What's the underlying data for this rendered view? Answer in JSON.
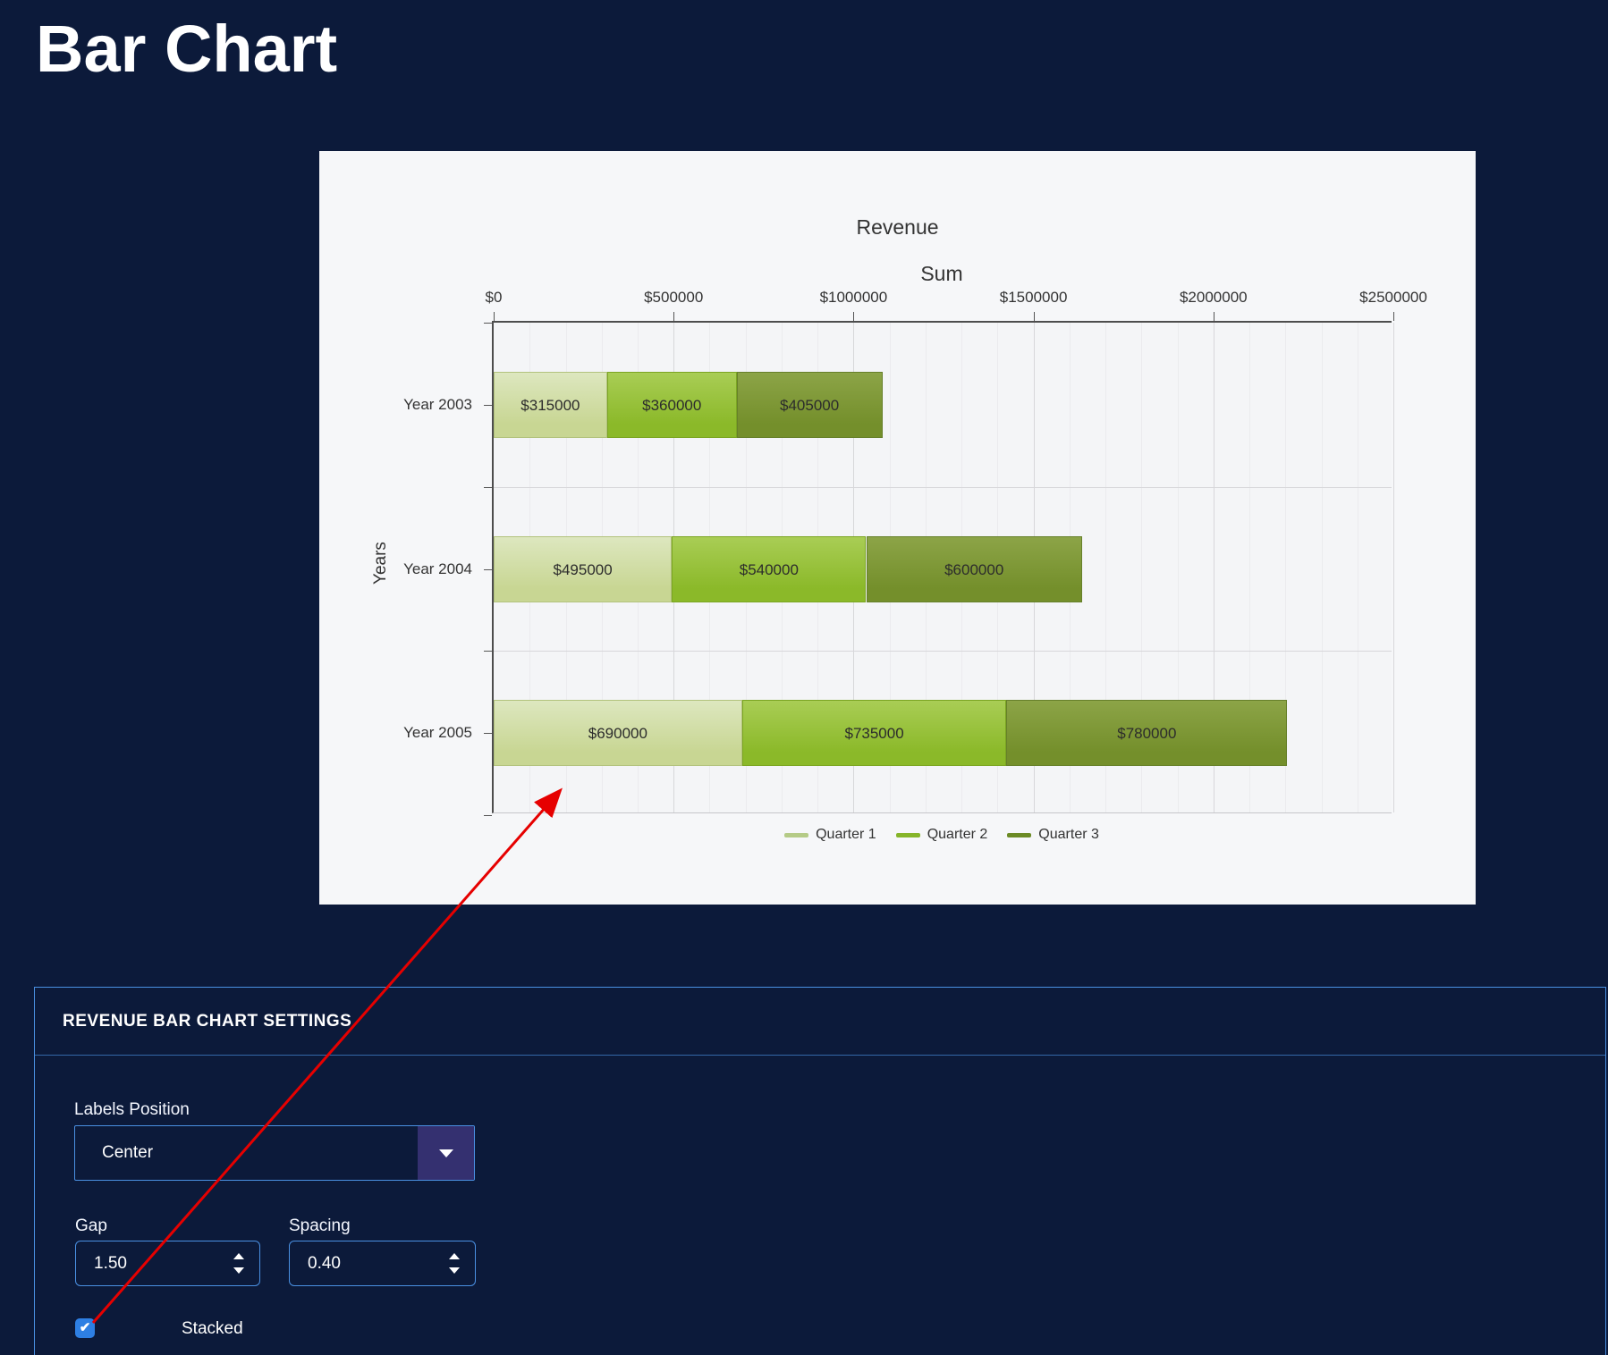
{
  "page": {
    "title": "Bar Chart"
  },
  "chart_data": {
    "type": "bar",
    "orientation": "horizontal",
    "stacked": true,
    "title": "Revenue",
    "xlabel": "Sum",
    "ylabel": "Years",
    "categories": [
      "Year 2003",
      "Year 2004",
      "Year 2005"
    ],
    "series": [
      {
        "name": "Quarter 1",
        "values": [
          315000,
          495000,
          690000
        ],
        "labels": [
          "$315000",
          "$495000",
          "$690000"
        ]
      },
      {
        "name": "Quarter 2",
        "values": [
          360000,
          540000,
          735000
        ],
        "labels": [
          "$360000",
          "$540000",
          "$735000"
        ]
      },
      {
        "name": "Quarter 3",
        "values": [
          405000,
          600000,
          780000
        ],
        "labels": [
          "$405000",
          "$600000",
          "$780000"
        ]
      }
    ],
    "xlim": [
      0,
      2500000
    ],
    "x_tick_labels": [
      "$0",
      "$500000",
      "$1000000",
      "$1500000",
      "$2000000",
      "$2500000"
    ],
    "x_major_step": 500000,
    "x_minor_step": 100000,
    "grid": true,
    "legend_position": "bottom"
  },
  "colors": {
    "page_bg": "#0c1a3a",
    "panel_bg": "#f6f7f9",
    "accent_blue": "#4a90e2",
    "checkbox_blue": "#2e7fe3",
    "dropdown_button_bg": "#343070",
    "annotation_arrow": "#e60000",
    "series": [
      {
        "name": "Quarter 1",
        "top": "#dde7bf",
        "bottom": "#c8d693",
        "border": "#b2c27d",
        "legend": "#b5cb87"
      },
      {
        "name": "Quarter 2",
        "top": "#a9cd55",
        "bottom": "#8bb929",
        "border": "#7ba522",
        "legend": "#86b52a"
      },
      {
        "name": "Quarter 3",
        "top": "#8ca447",
        "bottom": "#748f2b",
        "border": "#66802a",
        "legend": "#6c8b26"
      }
    ]
  },
  "settings": {
    "header": "REVENUE BAR CHART SETTINGS",
    "labels_position": {
      "label": "Labels Position",
      "value": "Center"
    },
    "gap": {
      "label": "Gap",
      "value": "1.50"
    },
    "spacing": {
      "label": "Spacing",
      "value": "0.40"
    },
    "stacked": {
      "label": "Stacked",
      "checked": true
    }
  }
}
